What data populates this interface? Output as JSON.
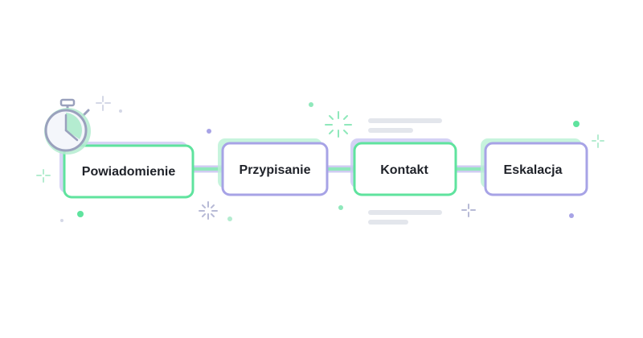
{
  "flow": {
    "steps": [
      {
        "label": "Powiadomienie"
      },
      {
        "label": "Przypisanie"
      },
      {
        "label": "Kontakt"
      },
      {
        "label": "Eskalacja"
      }
    ]
  },
  "colors": {
    "green": "#5fe39e",
    "purple": "#a7a3e6",
    "timer_stroke": "#9aa1bd",
    "timer_face": "#f4f6fb",
    "timer_wedge": "#b4ecd0",
    "placeholder_line": "#e3e6ec",
    "text": "#1f2229"
  },
  "icons": [
    "stopwatch-icon",
    "sparkle-icon",
    "dot-decoration",
    "placeholder-line"
  ]
}
